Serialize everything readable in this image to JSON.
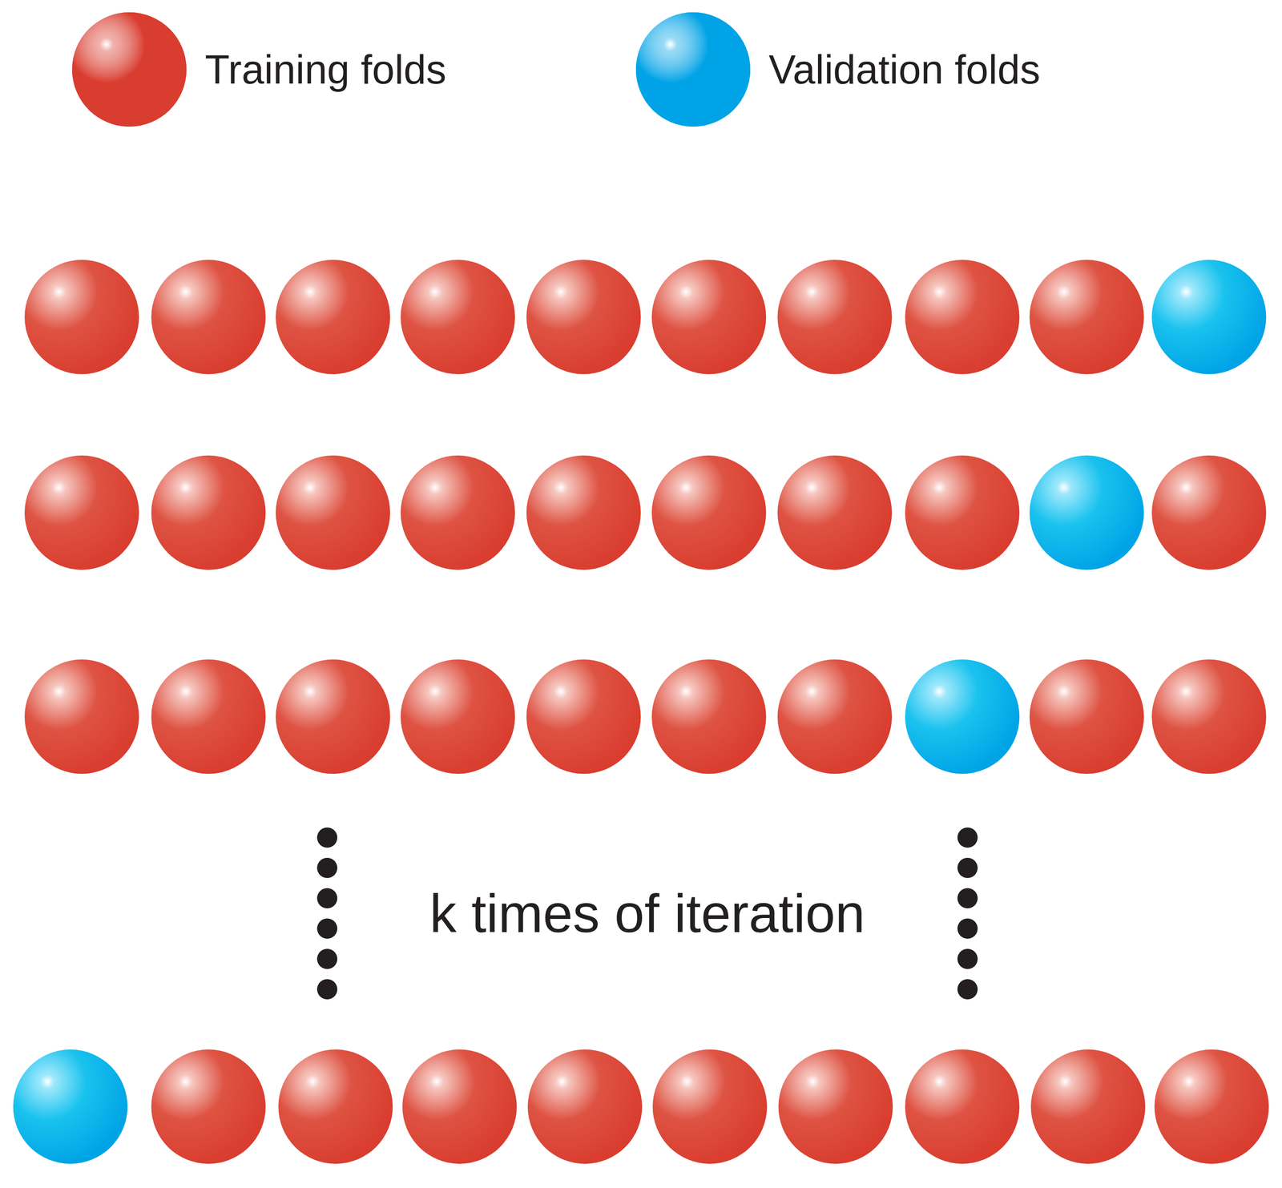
{
  "diagram": {
    "labels": [
      "k times of iteration"
    ],
    "legend": [
      {
        "text": "Training folds",
        "color": "#d93d2f"
      },
      {
        "text": "Validation folds",
        "color": "#00a3e6"
      }
    ]
  }
}
